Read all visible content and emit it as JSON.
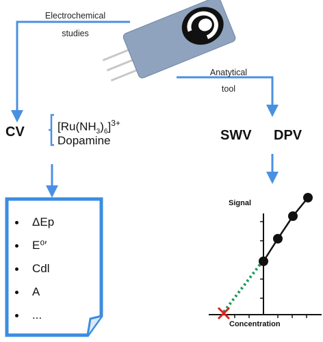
{
  "top_label": "Electrochemical\nstudies",
  "mid_label": "Anatytical\ntool",
  "cv": "CV",
  "probes": {
    "ru_prefix": "[Ru(NH",
    "ru_sub": "3",
    "ru_mid": ")",
    "ru_sub2": "6",
    "ru_suffix": "]",
    "ru_sup": "3+",
    "dopamine": "Dopamine"
  },
  "swv": "SWV",
  "dpv": "DPV",
  "parameters": [
    {
      "label": "ΔEp"
    },
    {
      "label": "E⁰′"
    },
    {
      "label": "Cdl"
    },
    {
      "label": "A"
    },
    {
      "label": "..."
    }
  ],
  "plot": {
    "ylabel": "Signal",
    "xlabel": "Concentration"
  },
  "colors": {
    "arrow": "#4a90e2",
    "paper_border": "#3b8de0",
    "dotted": "#1a9a5c",
    "cross": "#e02020",
    "electrode_body": "#8fa3bf"
  }
}
